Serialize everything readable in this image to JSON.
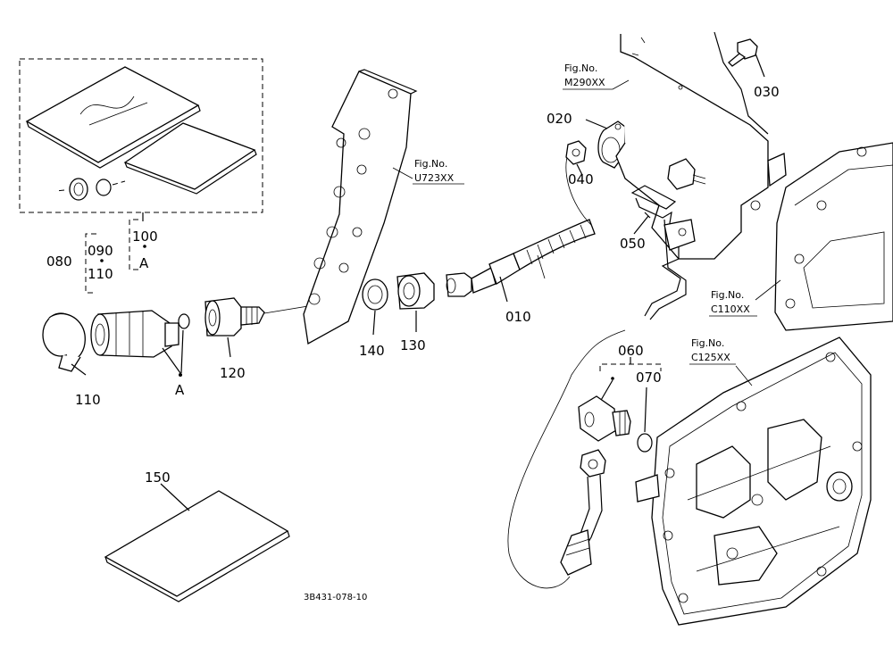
{
  "labels": {
    "p010": "010",
    "p020": "020",
    "p030": "030",
    "p040": "040",
    "p050": "050",
    "p060": "060",
    "p070": "070",
    "p080": "080",
    "p090": "090",
    "p100": "100",
    "p110_kit": "110",
    "p110": "110",
    "p120": "120",
    "p130": "130",
    "p140": "140",
    "p150": "150",
    "ref_a_kit": "A",
    "ref_a": "A"
  },
  "fig_refs": {
    "u723": {
      "title": "Fig.No.",
      "code": "U723XX"
    },
    "m290": {
      "title": "Fig.No.",
      "code": "M290XX"
    },
    "c110": {
      "title": "Fig.No.",
      "code": "C110XX"
    },
    "c125": {
      "title": "Fig.No.",
      "code": "C125XX"
    }
  },
  "drawing_code": "3B431-078-10"
}
